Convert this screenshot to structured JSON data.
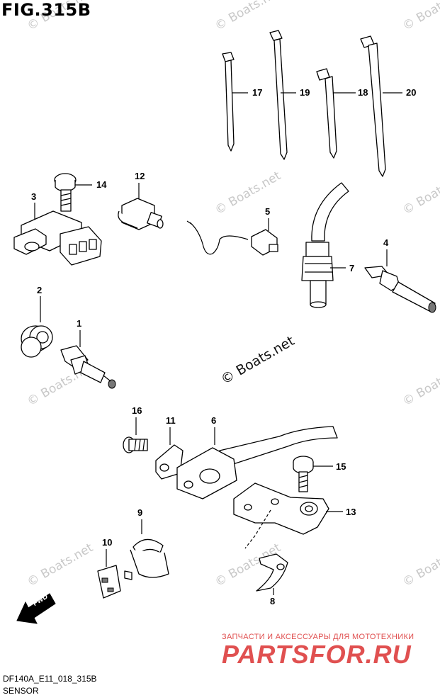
{
  "title": "FIG.315B",
  "watermarks": {
    "faint": "© Boats.net",
    "center": "© Boats.net"
  },
  "footer": {
    "code": "DF140A_E11_018_315B",
    "name": "SENSOR"
  },
  "brand": {
    "tagline": "ЗАПЧАСТИ И АКСЕССУАРЫ ДЛЯ МОТОТЕХНИКИ",
    "logo_text": "PARTSFOR.RU",
    "color": "#e05050"
  },
  "icons": {
    "fwd_arrow": "FWD"
  },
  "callouts": {
    "c1": "1",
    "c2": "2",
    "c3": "3",
    "c4": "4",
    "c5": "5",
    "c6": "6",
    "c7": "7",
    "c8": "8",
    "c9": "9",
    "c10": "10",
    "c11": "11",
    "c12": "12",
    "c13": "13",
    "c14": "14",
    "c15": "15",
    "c16": "16",
    "c17": "17",
    "c18": "18",
    "c19": "19",
    "c20": "20"
  }
}
